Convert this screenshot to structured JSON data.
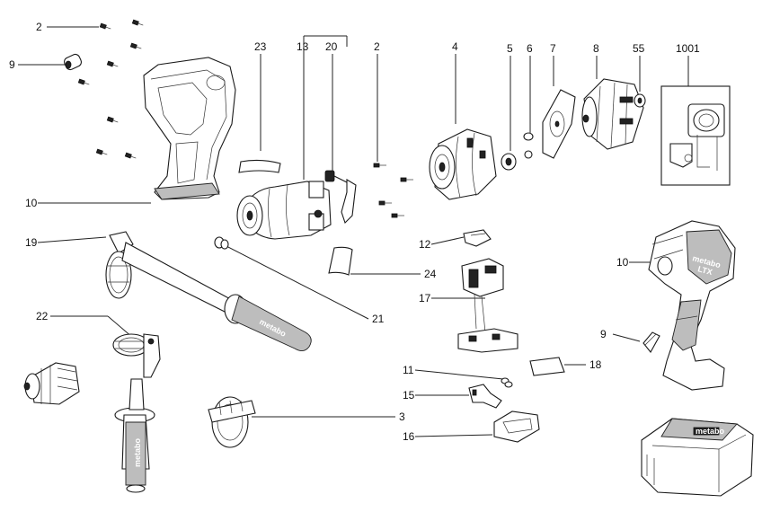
{
  "callouts": {
    "c2a": "2",
    "c9a": "9",
    "c23": "23",
    "c13": "13",
    "c20": "20",
    "c2b": "2",
    "c4": "4",
    "c5": "5",
    "c6": "6",
    "c7": "7",
    "c8": "8",
    "c55": "55",
    "c1001": "1001",
    "c10a": "10",
    "c19": "19",
    "c12": "12",
    "c10b": "10",
    "c24": "24",
    "c17": "17",
    "c21": "21",
    "c22": "22",
    "c9b": "9",
    "c11": "11",
    "c18": "18",
    "c15": "15",
    "c3": "3",
    "c16": "16"
  },
  "brand": {
    "handle_text": "metabo",
    "housing_text": "metabo",
    "housing_sub": "LTX",
    "collar_text": "metabo",
    "battery_text": "metabo"
  }
}
